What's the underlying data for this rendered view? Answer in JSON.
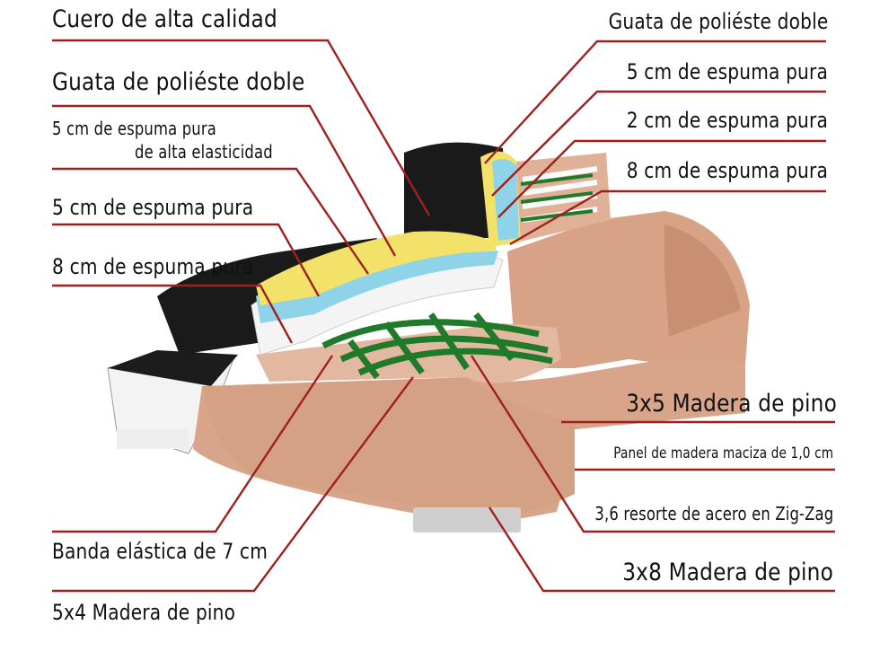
{
  "colors": {
    "leader": "#a02020",
    "leather": "#1a1a1a",
    "wood": "#d9a58a",
    "foam_yellow": "#f2e26a",
    "foam_blue": "#8fd3e8",
    "foam_white": "#f4f4f4",
    "spring_green": "#1f7a2a"
  },
  "labels": {
    "left": {
      "cuero": "Cuero de alta calidad",
      "guata": "Guata de poliéste doble",
      "espuma5_alta_line1": "5 cm de espuma pura",
      "espuma5_alta_line2": "de alta elasticidad",
      "espuma5": "5 cm de espuma pura",
      "espuma8": "8 cm de espuma pura",
      "banda": "Banda elástica de 7 cm",
      "madera5x4": "5x4 Madera de pino"
    },
    "right": {
      "guata": "Guata de poliéste doble",
      "espuma5": "5 cm de espuma pura",
      "espuma2": "2 cm de espuma pura",
      "espuma8": "8 cm de espuma pura",
      "madera3x5": "3x5 Madera de pino",
      "panel": "Panel de madera maciza de 1,0 cm",
      "resorte": "3,6 resorte de acero en Zig-Zag",
      "madera3x8": "3x8 Madera de pino"
    }
  }
}
